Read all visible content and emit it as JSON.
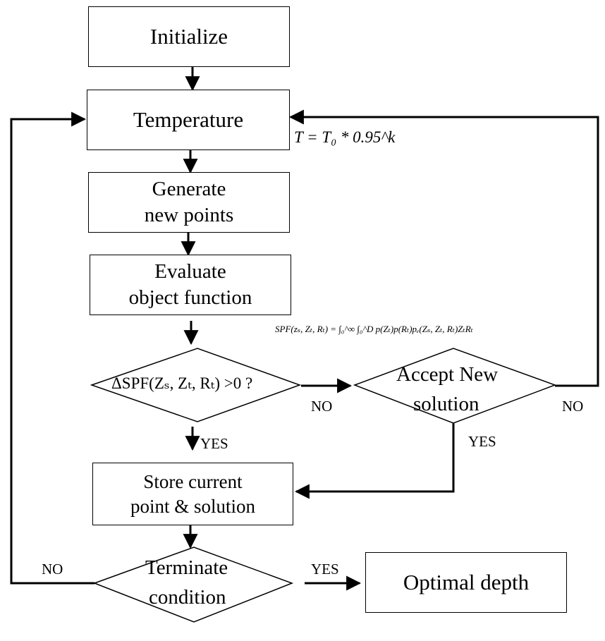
{
  "nodes": {
    "initialize": "Initialize",
    "temperature": "Temperature",
    "generate_line1": "Generate",
    "generate_line2": "new points",
    "evaluate_line1": "Evaluate",
    "evaluate_line2": "object function",
    "condition_main": "ΔSPF(Zₛ, Zₜ, Rₜ) >0 ?",
    "accept_line1": "Accept New",
    "accept_line2": "solution",
    "store_line1": "Store current",
    "store_line2": "point & solution",
    "terminate_line1": "Terminate",
    "terminate_line2": "condition",
    "optimal": "Optimal depth"
  },
  "edge_labels": {
    "no_to_accept": "NO",
    "yes_to_store": "YES",
    "accept_no": "NO",
    "accept_yes": "YES",
    "terminate_no": "NO",
    "terminate_yes": "YES"
  },
  "formulas": {
    "temperature": "T = T₀ * 0.95^k",
    "spf": "SPF(zₛ, Zₜ, Rₜ) = ∫₀^∞ ∫₀^D p(Zₜ)p(Rₜ)pₑ(Zₛ, Zₜ, Rₜ)ZₜRₜ"
  }
}
